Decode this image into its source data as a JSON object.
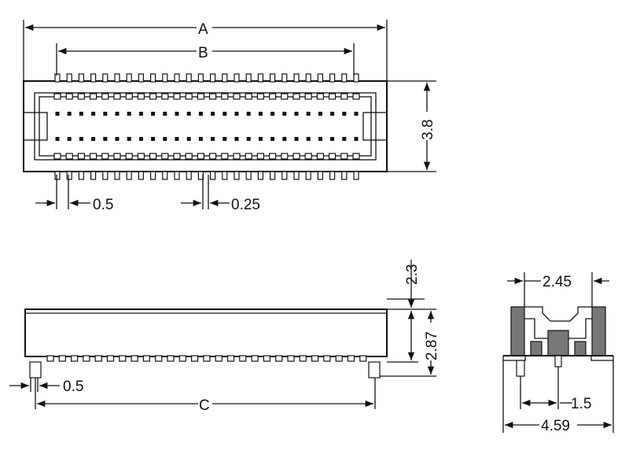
{
  "dimensions": {
    "A": "A",
    "B": "B",
    "C": "C",
    "pitch": "0.5",
    "pin_width": "0.25",
    "width": "3.8",
    "height_total": "2.3",
    "height_body": "2.87",
    "side_pitch": "0.5",
    "end_inner": "2.45",
    "end_pin": "1.5",
    "end_total": "4.59"
  }
}
